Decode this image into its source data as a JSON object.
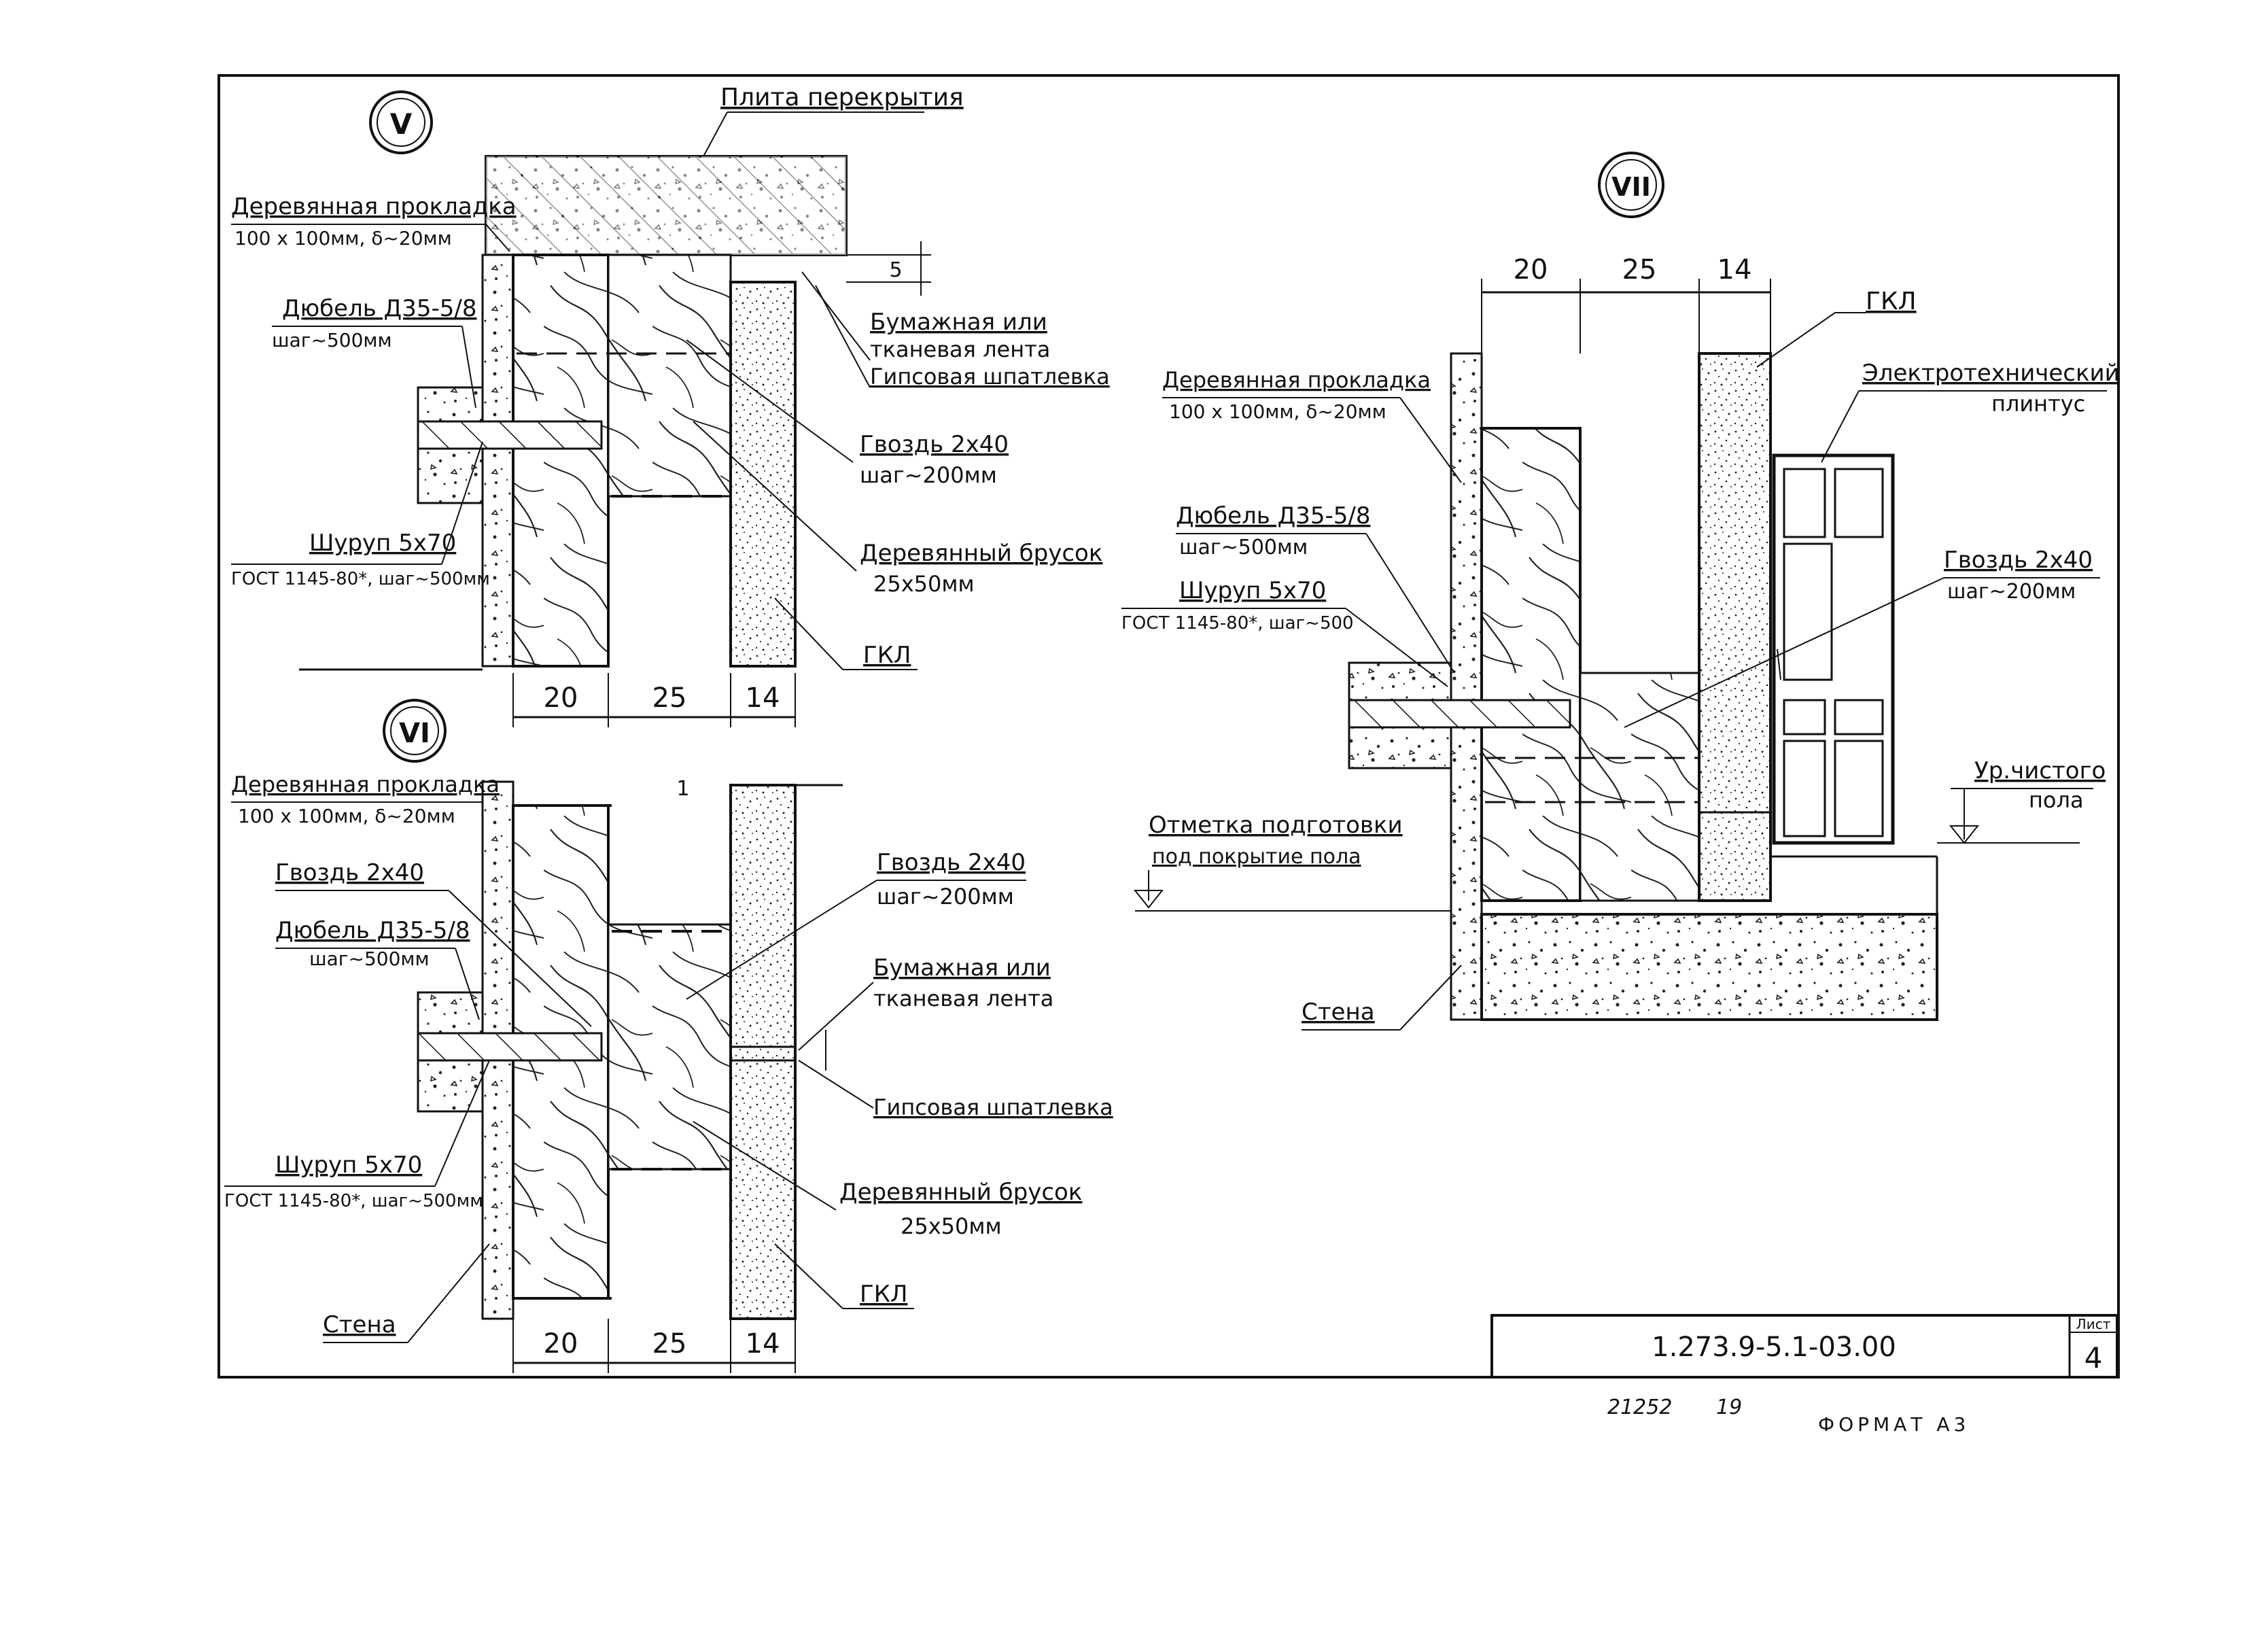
{
  "sections": {
    "v": {
      "marker": "V",
      "labels": {
        "slab": "Плита перекрытия",
        "pad_1": "Деревянная прокладка",
        "pad_2": "100 x 100мм, δ~20мм",
        "dowel_1": "Дюбель Д35-5/8",
        "dowel_2": "шаг~500мм",
        "tape_1": "Бумажная или",
        "tape_2": "тканевая лента",
        "putty": "Гипсовая шпатлевка",
        "nail_1": "Гвоздь 2x40",
        "nail_2": "шаг~200мм",
        "screw_1": "Шуруп 5x70",
        "screw_2": "ГОСТ 1145-80*, шаг~500мм",
        "bar_1": "Деревянный брусок",
        "bar_2": "25x50мм",
        "gkl": "ГКЛ",
        "gap": "5"
      },
      "dims": [
        "20",
        "25",
        "14"
      ]
    },
    "vi": {
      "marker": "VI",
      "labels": {
        "pad_1": "Деревянная прокладка",
        "pad_2": "100 x 100мм, δ~20мм",
        "nail_left": "Гвоздь 2x40",
        "dowel_1": "Дюбель Д35-5/8",
        "dowel_2": "шаг~500мм",
        "nail_1": "Гвоздь 2x40",
        "nail_2": "шаг~200мм",
        "tape_1": "Бумажная или",
        "tape_2": "тканевая лента",
        "putty": "Гипсовая шпатлевка",
        "screw_1": "Шуруп 5x70",
        "screw_2": "ГОСТ 1145-80*, шаг~500мм",
        "bar_1": "Деревянный брусок",
        "bar_2": "25x50мм",
        "wall": "Стена",
        "gkl": "ГКЛ",
        "gap": "1"
      },
      "dims": [
        "20",
        "25",
        "14"
      ]
    },
    "vii": {
      "marker": "VII",
      "labels": {
        "gkl": "ГКЛ",
        "plinth_1": "Электротехнический",
        "plinth_2": "плинтус",
        "pad_1": "Деревянная прокладка",
        "pad_2": "100 x 100мм, δ~20мм",
        "dowel_1": "Дюбель Д35-5/8",
        "dowel_2": "шаг~500мм",
        "screw_1": "Шуруп 5x70",
        "screw_2": "ГОСТ 1145-80*, шаг~500",
        "nail_1": "Гвоздь 2x40",
        "nail_2": "шаг~200мм",
        "floor_1": "Ур.чистого",
        "floor_2": "пола",
        "prep_1": "Отметка подготовки",
        "prep_2": "под покрытие пола",
        "wall": "Стена"
      },
      "dims": [
        "20",
        "25",
        "14"
      ]
    }
  },
  "title_block": {
    "doc_number": "1.273.9-5.1-03.00",
    "sheet_label": "Лист",
    "sheet_number": "4"
  },
  "footer": {
    "inventory": "21252",
    "code": "19",
    "format": "ФОРМАТ А3"
  }
}
